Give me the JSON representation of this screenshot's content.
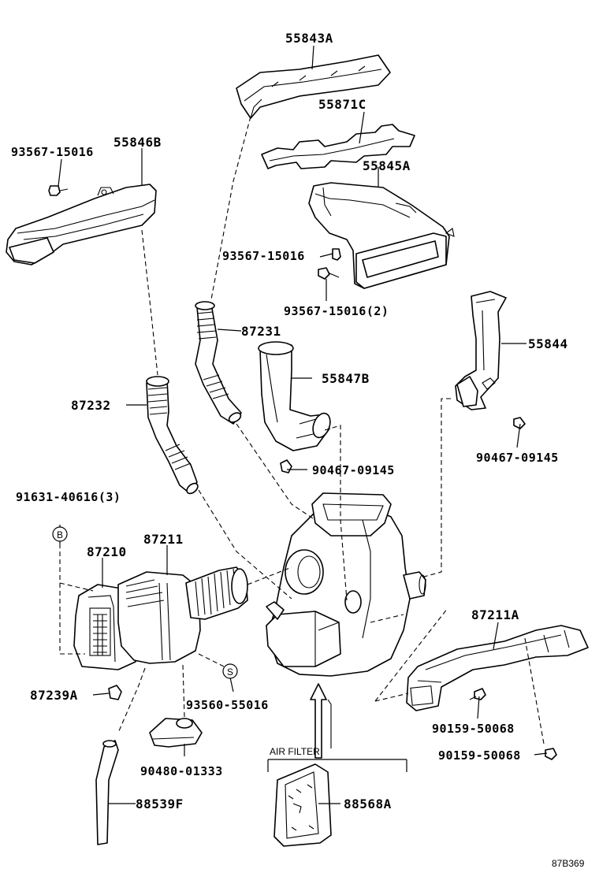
{
  "labels": {
    "p55843A": "55843A",
    "p55871C": "55871C",
    "p55845A": "55845A",
    "p93567_a": "93567-15016",
    "p55846B": "55846B",
    "p93567_b": "93567-15016",
    "p93567_c": "93567-15016(2)",
    "p87231": "87231",
    "p55844": "55844",
    "p55847B": "55847B",
    "p87232": "87232",
    "p90467_a": "90467-09145",
    "p90467_b": "90467-09145",
    "p91631": "91631-40616(3)",
    "p87210": "87210",
    "p87211": "87211",
    "p87211A": "87211A",
    "p87239A": "87239A",
    "p93560": "93560-55016",
    "p90159_a": "90159-50068",
    "p90159_b": "90159-50068",
    "p90480": "90480-01333",
    "p88539F": "88539F",
    "p88568A": "88568A",
    "air_filter": "AIR FILTER",
    "circle_b": "B",
    "circle_s": "S",
    "diagram_code": "87B369"
  },
  "colors": {
    "ink": "#000000",
    "paper": "#ffffff"
  }
}
